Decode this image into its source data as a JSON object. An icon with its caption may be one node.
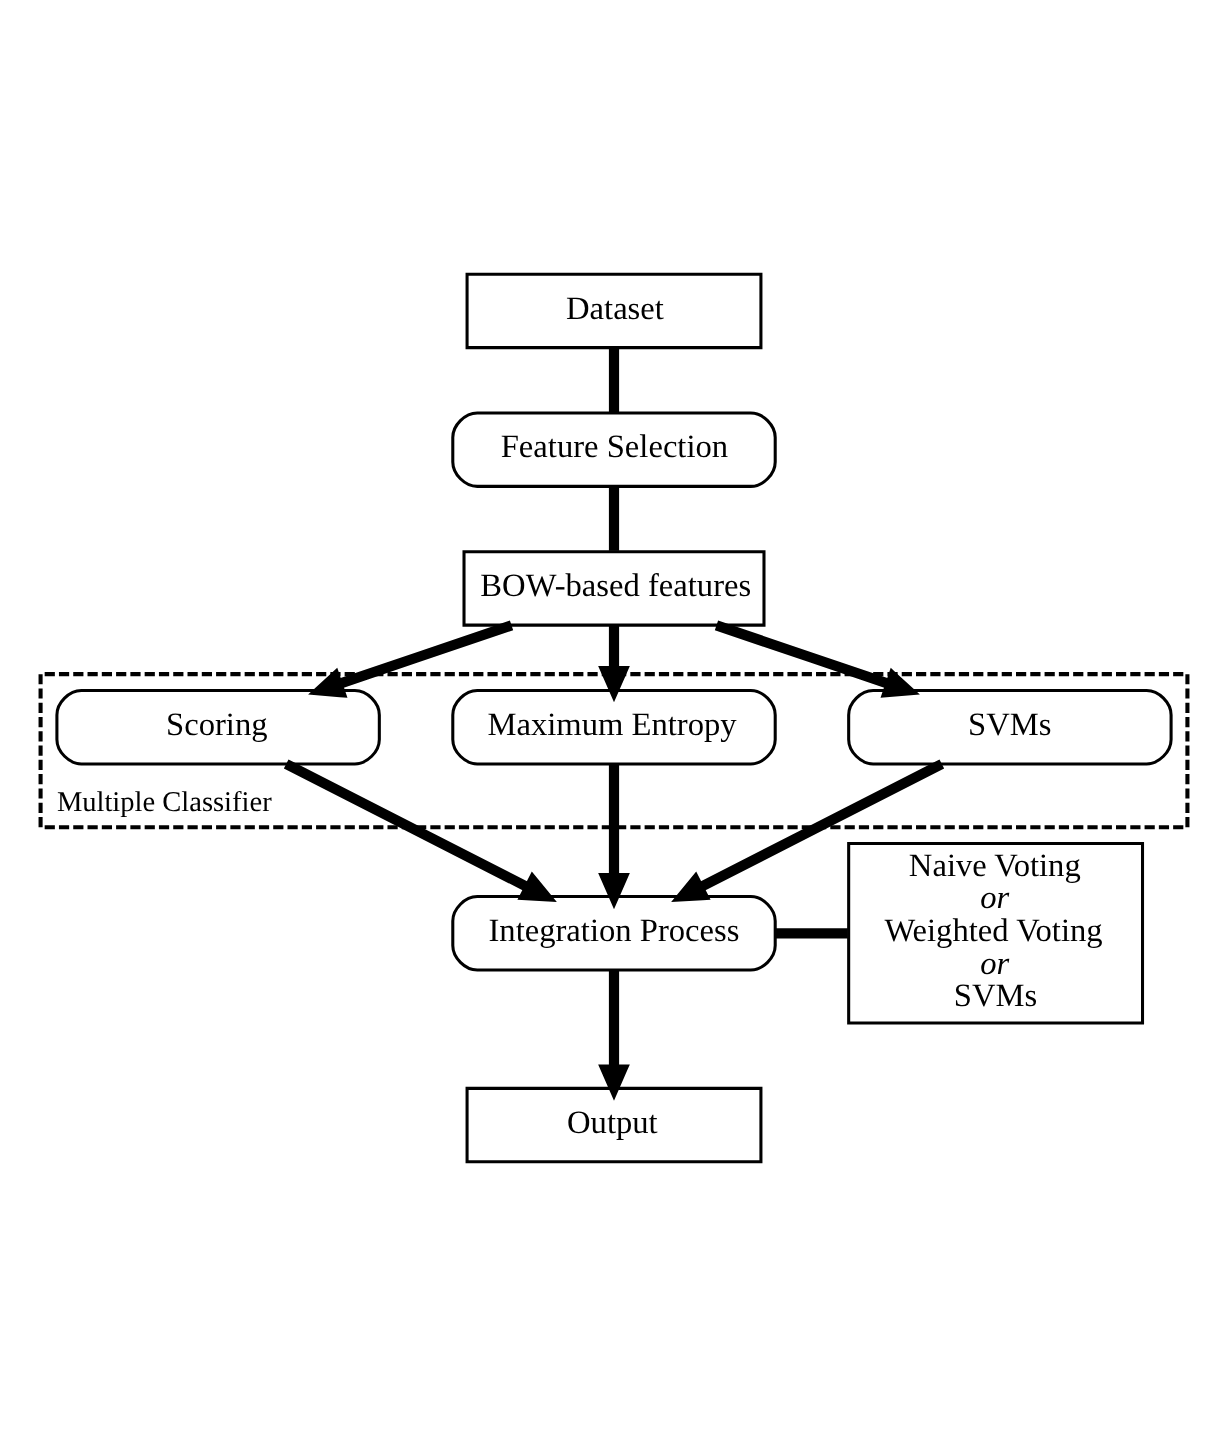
{
  "diagram": {
    "nodes": [
      {
        "text": [
          "Dataset"
        ]
      },
      {
        "text": [
          "Feature Selection"
        ]
      },
      {
        "text": [
          "BOW-based features"
        ]
      },
      {
        "text": [
          "Multiple Classifier"
        ]
      },
      {
        "text": [
          "SVMs"
        ],
        "in": 3
      },
      {
        "text": [
          "Maximum Entropy"
        ],
        "in": 3
      },
      {
        "text": [
          "Scoring"
        ],
        "in": 3
      },
      {
        "text": [
          "Integration Process"
        ]
      },
      {
        "text": [
          "Naive Voting",
          "or",
          "Weighted Voting",
          "or",
          "SVMs"
        ]
      },
      {
        "text": [
          "Output"
        ]
      }
    ],
    "edges": [
      {
        "from": 0,
        "to": 1,
        "arrow": "none"
      },
      {
        "from": 1,
        "to": 2,
        "arrow": "none"
      },
      {
        "from": 2,
        "to": 4,
        "arrow": "to"
      },
      {
        "from": 2,
        "to": 5,
        "arrow": "to"
      },
      {
        "from": 2,
        "to": 6,
        "arrow": "to"
      },
      {
        "from": 4,
        "to": 7,
        "arrow": "to"
      },
      {
        "from": 5,
        "to": 7,
        "arrow": "to"
      },
      {
        "from": 6,
        "to": 7,
        "arrow": "to"
      },
      {
        "from": 7,
        "to": 9,
        "arrow": "to"
      },
      {
        "from": 7,
        "to": 8,
        "arrow": "none"
      }
    ]
  }
}
